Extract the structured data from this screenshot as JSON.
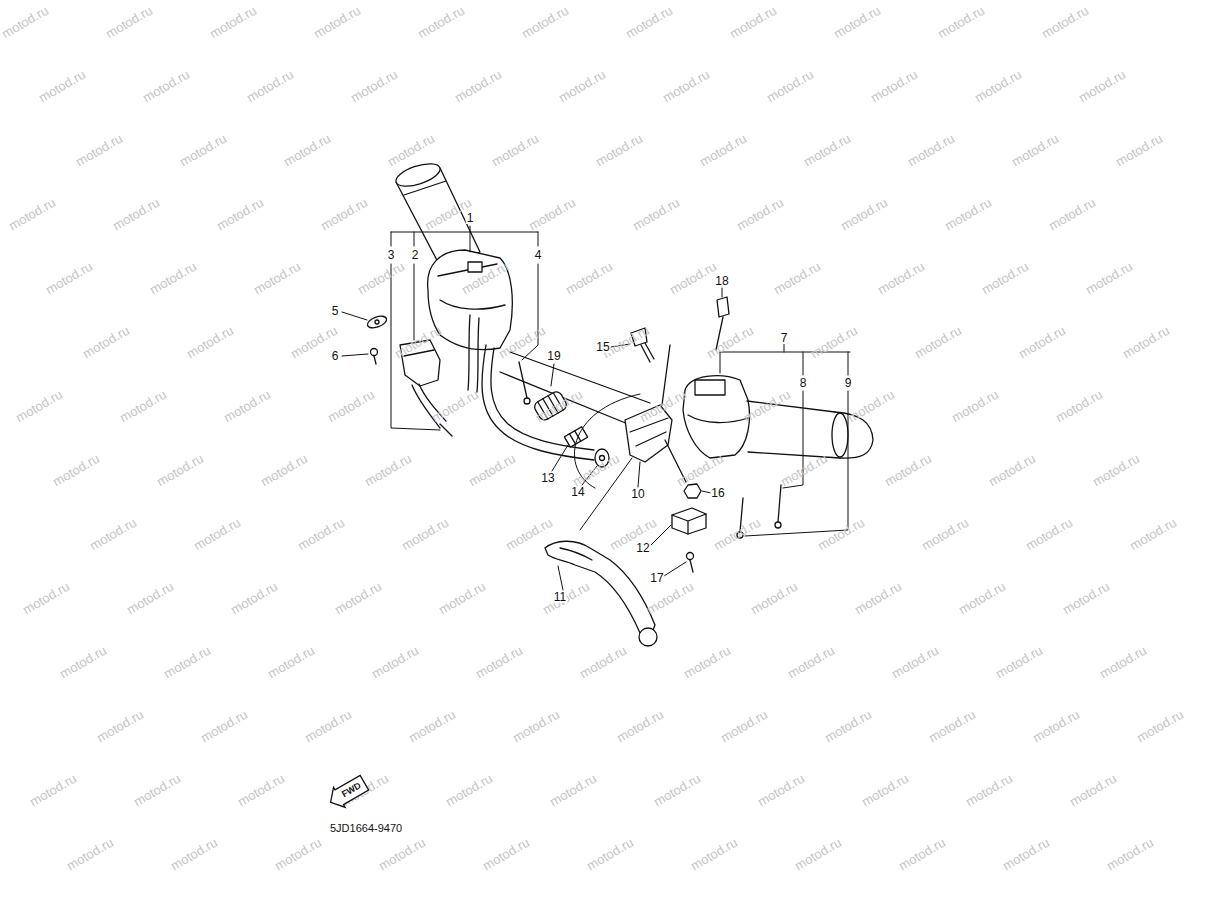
{
  "diagram": {
    "nodes": [
      {
        "text": [
          "FWD"
        ]
      }
    ],
    "labels": [
      "1",
      "2",
      "3",
      "4",
      "5",
      "6",
      "7",
      "8",
      "9",
      "10",
      "11",
      "12",
      "13",
      "14",
      "15",
      "16",
      "17",
      "18",
      "19",
      "5JD1664-9470",
      "motod.ru",
      "motod.ru",
      "motod.ru",
      "motod.ru",
      "motod.ru",
      "motod.ru",
      "motod.ru",
      "motod.ru",
      "motod.ru",
      "motod.ru",
      "motod.ru",
      "motod.ru",
      "motod.ru",
      "motod.ru",
      "motod.ru",
      "motod.ru",
      "motod.ru",
      "motod.ru",
      "motod.ru",
      "motod.ru",
      "motod.ru",
      "motod.ru",
      "motod.ru",
      "motod.ru",
      "motod.ru",
      "motod.ru",
      "motod.ru",
      "motod.ru",
      "motod.ru",
      "motod.ru",
      "motod.ru",
      "motod.ru",
      "motod.ru",
      "motod.ru",
      "motod.ru",
      "motod.ru",
      "motod.ru",
      "motod.ru",
      "motod.ru",
      "motod.ru",
      "motod.ru",
      "motod.ru",
      "motod.ru",
      "motod.ru",
      "motod.ru",
      "motod.ru",
      "motod.ru",
      "motod.ru",
      "motod.ru",
      "motod.ru",
      "motod.ru",
      "motod.ru",
      "motod.ru",
      "motod.ru",
      "motod.ru",
      "motod.ru",
      "motod.ru",
      "motod.ru",
      "motod.ru",
      "motod.ru",
      "motod.ru",
      "motod.ru",
      "motod.ru",
      "motod.ru",
      "motod.ru",
      "motod.ru",
      "motod.ru",
      "motod.ru",
      "motod.ru",
      "motod.ru",
      "motod.ru",
      "motod.ru",
      "motod.ru",
      "motod.ru",
      "motod.ru",
      "motod.ru",
      "motod.ru",
      "motod.ru",
      "motod.ru",
      "motod.ru",
      "motod.ru",
      "motod.ru",
      "motod.ru",
      "motod.ru",
      "motod.ru",
      "motod.ru",
      "motod.ru",
      "motod.ru",
      "motod.ru",
      "motod.ru",
      "motod.ru",
      "motod.ru",
      "motod.ru",
      "motod.ru",
      "motod.ru",
      "motod.ru",
      "motod.ru",
      "motod.ru",
      "motod.ru",
      "motod.ru",
      "motod.ru",
      "motod.ru",
      "motod.ru",
      "motod.ru",
      "motod.ru",
      "motod.ru",
      "motod.ru",
      "motod.ru",
      "motod.ru",
      "motod.ru",
      "motod.ru",
      "motod.ru",
      "motod.ru",
      "motod.ru",
      "motod.ru",
      "motod.ru",
      "motod.ru",
      "motod.ru",
      "motod.ru",
      "motod.ru",
      "motod.ru",
      "motod.ru",
      "motod.ru",
      "motod.ru",
      "motod.ru",
      "motod.ru",
      "motod.ru",
      "motod.ru",
      "motod.ru",
      "motod.ru",
      "motod.ru",
      "motod.ru",
      "motod.ru",
      "motod.ru",
      "motod.ru",
      "motod.ru",
      "motod.ru",
      "motod.ru",
      "motod.ru",
      "motod.ru",
      "motod.ru",
      "motod.ru",
      "motod.ru",
      "motod.ru",
      "motod.ru",
      "motod.ru",
      "motod.ru",
      "motod.ru",
      "motod.ru",
      "motod.ru",
      "motod.ru",
      "motod.ru",
      "motod.ru",
      "motod.ru"
    ]
  }
}
